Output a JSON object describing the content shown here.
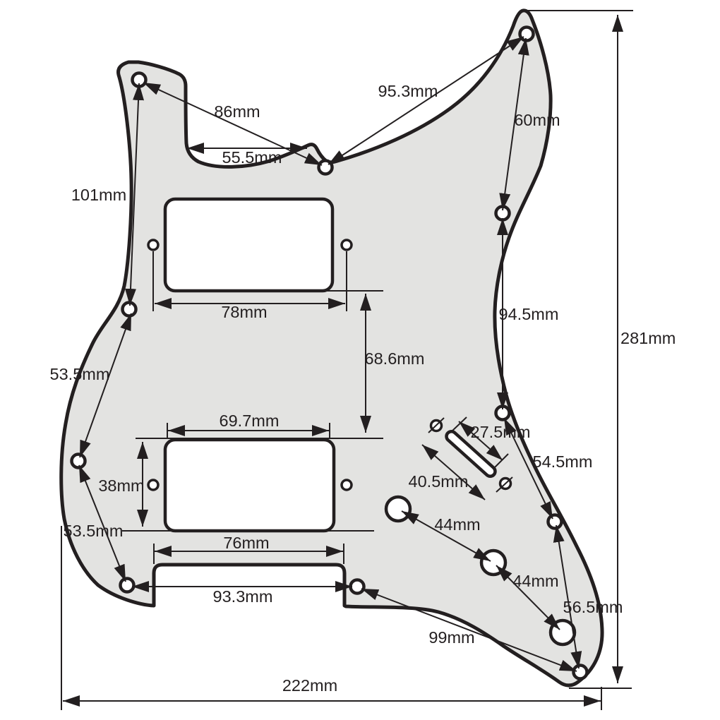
{
  "diagram": {
    "type": "technical-dimension-drawing",
    "subject": "HH guitar pickguard with measurement callouts",
    "unit": "mm",
    "colors": {
      "background": "#ffffff",
      "pickguard_fill": "#e3e3e1",
      "line": "#231f20",
      "cutout_fill": "#ffffff"
    },
    "measurements_mm": [
      86,
      55.5,
      101,
      95.3,
      60,
      78,
      94.5,
      68.6,
      281,
      53.5,
      69.7,
      38,
      27.5,
      40.5,
      54.5,
      53.5,
      76,
      44,
      44,
      93.3,
      56.5,
      99,
      222
    ],
    "labels": {
      "d86": "86mm",
      "d55_5": "55.5mm",
      "d101": "101mm",
      "d95_3": "95.3mm",
      "d60": "60mm",
      "d78": "78mm",
      "d94_5": "94.5mm",
      "d68_6": "68.6mm",
      "d281": "281mm",
      "d53_5a": "53.5mm",
      "d53_5b": "53.5mm",
      "d69_7": "69.7mm",
      "d38": "38mm",
      "d27_5": "27.5mm",
      "d40_5": "40.5mm",
      "d54_5": "54.5mm",
      "d76": "76mm",
      "d44a": "44mm",
      "d44b": "44mm",
      "d93_3": "93.3mm",
      "d56_5": "56.5mm",
      "d99": "99mm",
      "d222": "222mm"
    }
  }
}
